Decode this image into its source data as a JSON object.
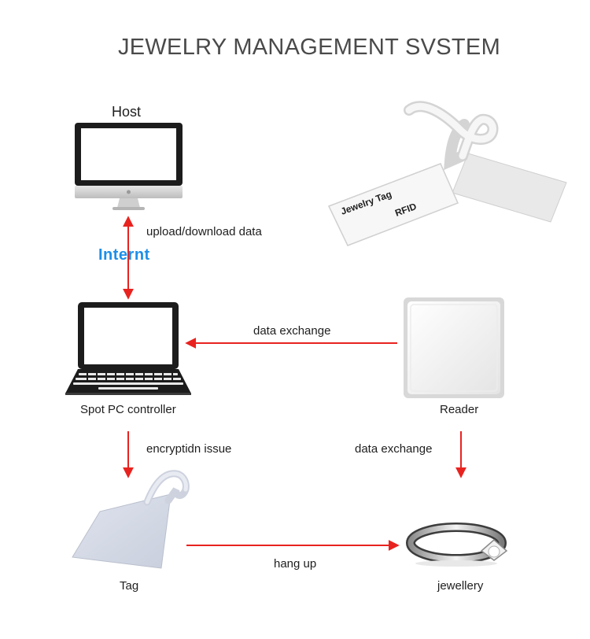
{
  "title": "JEWELRY MANAGEMENT SVSTEM",
  "nodes": {
    "host": "Host",
    "spot_pc": "Spot PC controller",
    "reader": "Reader",
    "tag": "Tag",
    "jewellery": "jewellery"
  },
  "rfid_tag_print": {
    "line1": "Jewelry Tag",
    "line2": "RFID"
  },
  "network_label": "Internt",
  "edges": {
    "host_spot": "upload/download data",
    "reader_spot": "data exchange",
    "spot_tag": "encryptidn issue",
    "reader_jewellery": "data exchange",
    "tag_jewellery": "hang up"
  },
  "colors": {
    "arrow": "#e8231f",
    "network": "#1d8fe8",
    "title": "#4a4a4a"
  }
}
